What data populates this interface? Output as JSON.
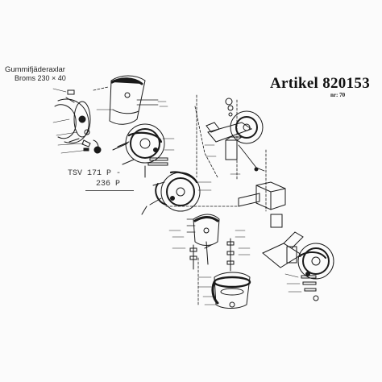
{
  "header": {
    "title": "Gummifjäderaxlar",
    "subtitle": "Broms 230 × 40"
  },
  "article": {
    "title": "Artikel 820153",
    "number": "nr: 70"
  },
  "models": {
    "line1": "TSV 171 P -",
    "line2": "236 P"
  },
  "colors": {
    "ink": "#1a1a1a",
    "paper": "#fbfbfb"
  }
}
